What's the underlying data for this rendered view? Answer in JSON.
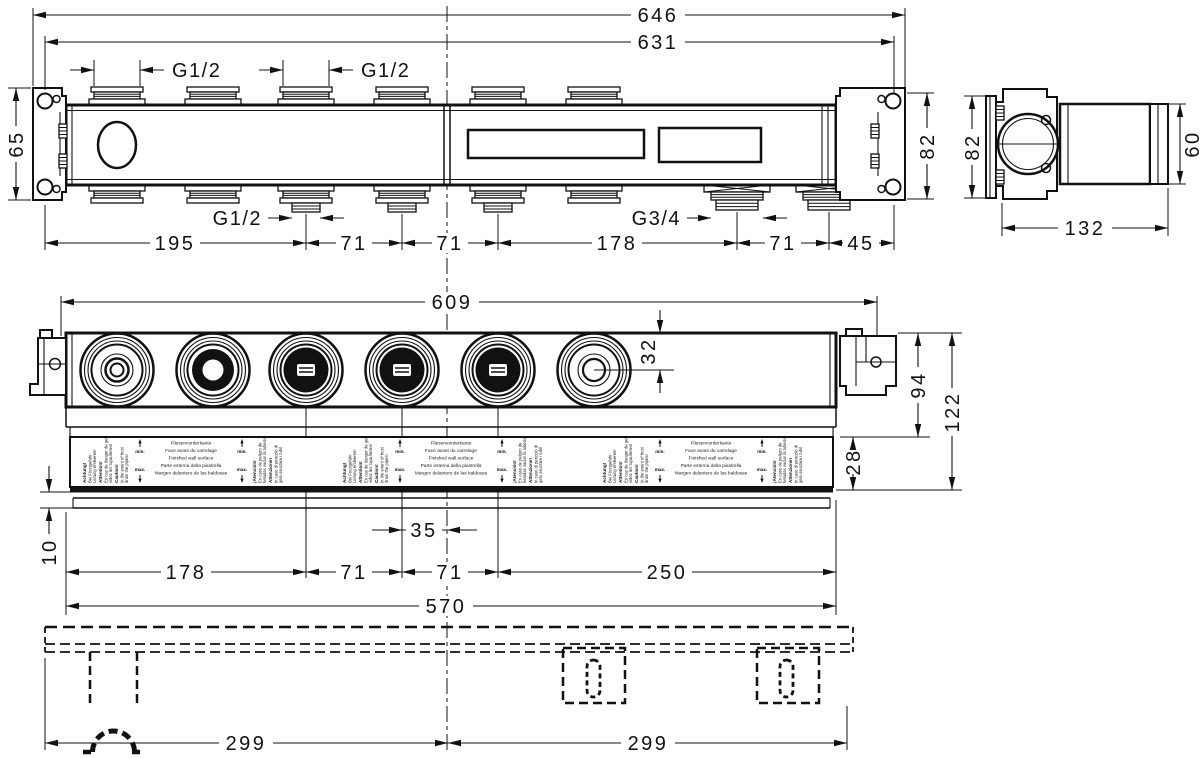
{
  "drawing": {
    "top_view": {
      "dim_total_width": "646",
      "dim_hole_span": "631",
      "thread_inlet": "G1/2",
      "thread_outlet_small": "G1/2",
      "thread_outlet_large": "G3/4",
      "dim_bracket_height": "65",
      "dim_body_height": "82",
      "chain": [
        "195",
        "71",
        "71",
        "178",
        "71",
        "45"
      ]
    },
    "side_view": {
      "dim_height": "82",
      "dim_housing_height": "60",
      "dim_depth": "132"
    },
    "front_view": {
      "dim_width": "609",
      "dim_port_depth": "32",
      "dim_upper_height": "94",
      "dim_total_height": "122",
      "dim_tile_zone": "28",
      "dim_flange": "10",
      "dim_center_offset": "35",
      "chain": [
        "178",
        "71",
        "71",
        "250"
      ],
      "dim_port_span": "570"
    },
    "bottom_view": {
      "dim_left_half": "299",
      "dim_right_half": "299"
    },
    "label_strip": {
      "min_label": "min.",
      "max_label": "max.",
      "languages_left": [
        {
          "title": "Achtung!",
          "line1": "Bei Frostgefahr",
          "line2": "Leitung entleeren!"
        },
        {
          "title": "Attention!",
          "line1": "En cas de danger de gel",
          "line2": "videz les tuyauteries!"
        },
        {
          "title": "Caution!",
          "line1": "In the event of frost",
          "line2": "drain the pipes!"
        }
      ],
      "wall_surface_lines": [
        "Fliesenvorderkante",
        "Face avant du carrelage",
        "Finished wall surface",
        "Parte esterna della piastrella",
        "Margen delantero de las baldosas"
      ],
      "languages_right": [
        {
          "title": "¡Atención!",
          "line1": "En caso de peligro de",
          "line2": "heladas vaciar la tubería!"
        },
        {
          "title": "Attenzione!",
          "line1": "In caso di pericolo di",
          "line2": "gelo svuotare i tubi!"
        }
      ]
    }
  },
  "colors": {
    "ink": "#111111",
    "background": "#ffffff"
  }
}
